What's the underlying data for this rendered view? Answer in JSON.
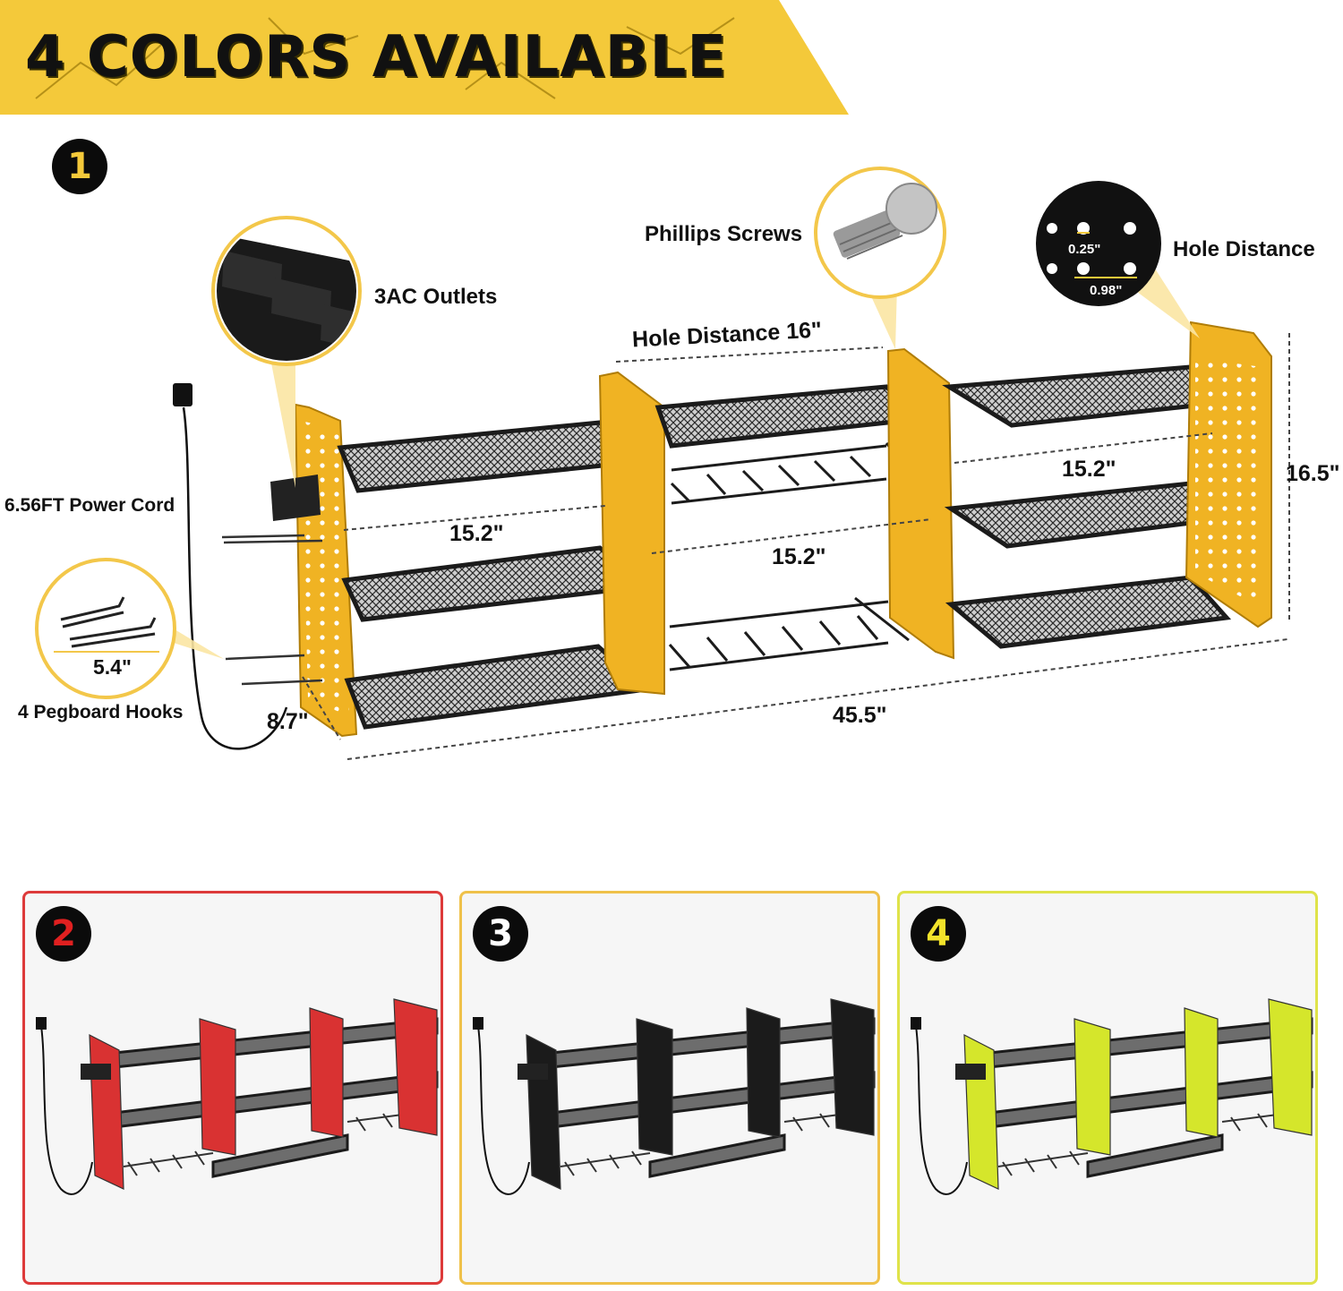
{
  "banner": {
    "title": "4 COLORS AVAILABLE",
    "background": "#f4c93a"
  },
  "variants": [
    {
      "number": "1",
      "color": "#f0b323",
      "number_color": "#f4c93a"
    },
    {
      "number": "2",
      "color": "#d93232",
      "number_color": "#e02020"
    },
    {
      "number": "3",
      "color": "#1b1b1b",
      "number_color": "#ffffff"
    },
    {
      "number": "4",
      "color": "#d5e62b",
      "number_color": "#f2e32a"
    }
  ],
  "callouts": {
    "outlets": "3AC Outlets",
    "screws": "Phillips Screws",
    "hole_distance": "Hole Distance",
    "hole_small": "0.25\"",
    "hole_large": "0.98\"",
    "power_cord": "6.56FT Power Cord",
    "hook_length": "5.4\"",
    "hooks": "4 Pegboard Hooks"
  },
  "dimensions": {
    "hole_distance_top": "Hole Distance  16\"",
    "shelf_left": "15.2\"",
    "shelf_middle": "15.2\"",
    "shelf_right": "15.2\"",
    "height": "16.5\"",
    "depth": "8.7\"",
    "total_width": "45.5\""
  },
  "icons": [
    "outlet-closeup-icon",
    "screw-icon",
    "hole-pattern-icon",
    "pegboard-hook-icon",
    "power-plug-icon"
  ]
}
